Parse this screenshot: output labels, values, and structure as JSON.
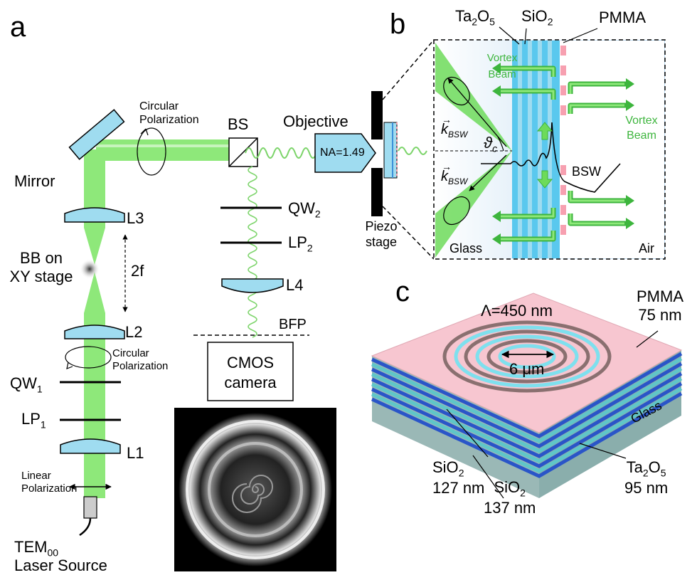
{
  "panels": {
    "a": "a",
    "b": "b",
    "c": "c"
  },
  "panel_a": {
    "mirror": "Mirror",
    "circular_pol_top": [
      "Circular",
      "Polarization"
    ],
    "bs": "BS",
    "objective": "Objective",
    "na": "NA=1.49",
    "qw2": {
      "base": "QW",
      "sub": "2"
    },
    "lp2": {
      "base": "LP",
      "sub": "2"
    },
    "l4": "L4",
    "bfp": "BFP",
    "camera": [
      "CMOS",
      "camera"
    ],
    "l3": "L3",
    "bb": [
      "BB on",
      "XY stage"
    ],
    "two_f": "2f",
    "l2": "L2",
    "circular_pol_bottom": [
      "Circular",
      "Polarization"
    ],
    "qw1": {
      "base": "QW",
      "sub": "1"
    },
    "lp1": {
      "base": "LP",
      "sub": "1"
    },
    "l1": "L1",
    "linear_pol": [
      "Linear",
      "Polarization"
    ],
    "laser": {
      "base": "TEM",
      "sub": "00",
      "line2": "Laser Source"
    },
    "piezo": [
      "Piezo",
      "stage"
    ]
  },
  "panel_b": {
    "ta2o5": {
      "a": "Ta",
      "s1": "2",
      "b": "O",
      "s2": "5"
    },
    "sio2": {
      "a": "SiO",
      "s1": "2"
    },
    "pmma": "PMMA",
    "vortex_left": [
      "Vortex",
      "Beam"
    ],
    "vortex_right": [
      "Vortex",
      "Beam"
    ],
    "k_bsw": "k",
    "k_sub": "BSW",
    "theta": "ϑ",
    "theta_sub": "c",
    "bsw": "BSW",
    "glass": "Glass",
    "air": "Air"
  },
  "panel_c": {
    "lambda": "Λ=450 nm",
    "diameter": "6 μm",
    "pmma": [
      "PMMA",
      "75 nm"
    ],
    "glass": "Glass",
    "sio2_127": {
      "base": "SiO",
      "sub": "2",
      "line2": "127 nm"
    },
    "sio2_137": {
      "base": "SiO",
      "sub": "2",
      "line2": "137 nm"
    },
    "ta2o5": {
      "a": "Ta",
      "s1": "2",
      "b": "O",
      "s2": "5",
      "line2": "95 nm"
    }
  },
  "colors": {
    "beam_green": "#8ee87a",
    "arrow_green": "#3db53d",
    "optic_blue": "#9fdcf0",
    "pmma_pink": "#f7c6d0",
    "glass_teal": "#9ab8b6",
    "ta_blue": "#2a55c8",
    "sio_cyan": "#5fc6c8"
  },
  "icons": [
    "mirror-icon",
    "lens-icon",
    "beam-splitter-icon",
    "objective-icon",
    "camera-icon",
    "laser-icon",
    "spiral-grating-icon"
  ]
}
